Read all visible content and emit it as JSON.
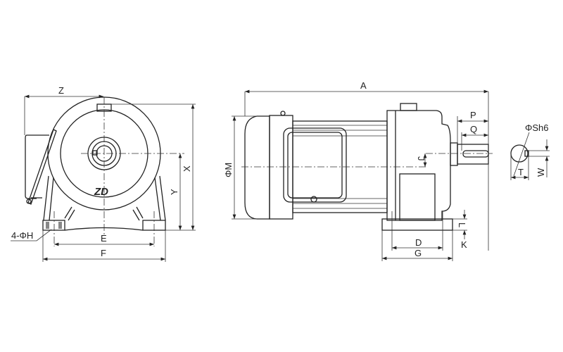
{
  "labels": {
    "z": "Z",
    "x": "X",
    "y": "Y",
    "h": "4-ΦH",
    "e": "E",
    "f": "F",
    "a": "A",
    "m": "ΦM",
    "p": "P",
    "q": "Q",
    "j": "J",
    "l": "L",
    "k": "K",
    "d": "D",
    "g": "G",
    "s": "ΦSh6",
    "t": "T",
    "w": "W"
  },
  "logo": "ZD"
}
